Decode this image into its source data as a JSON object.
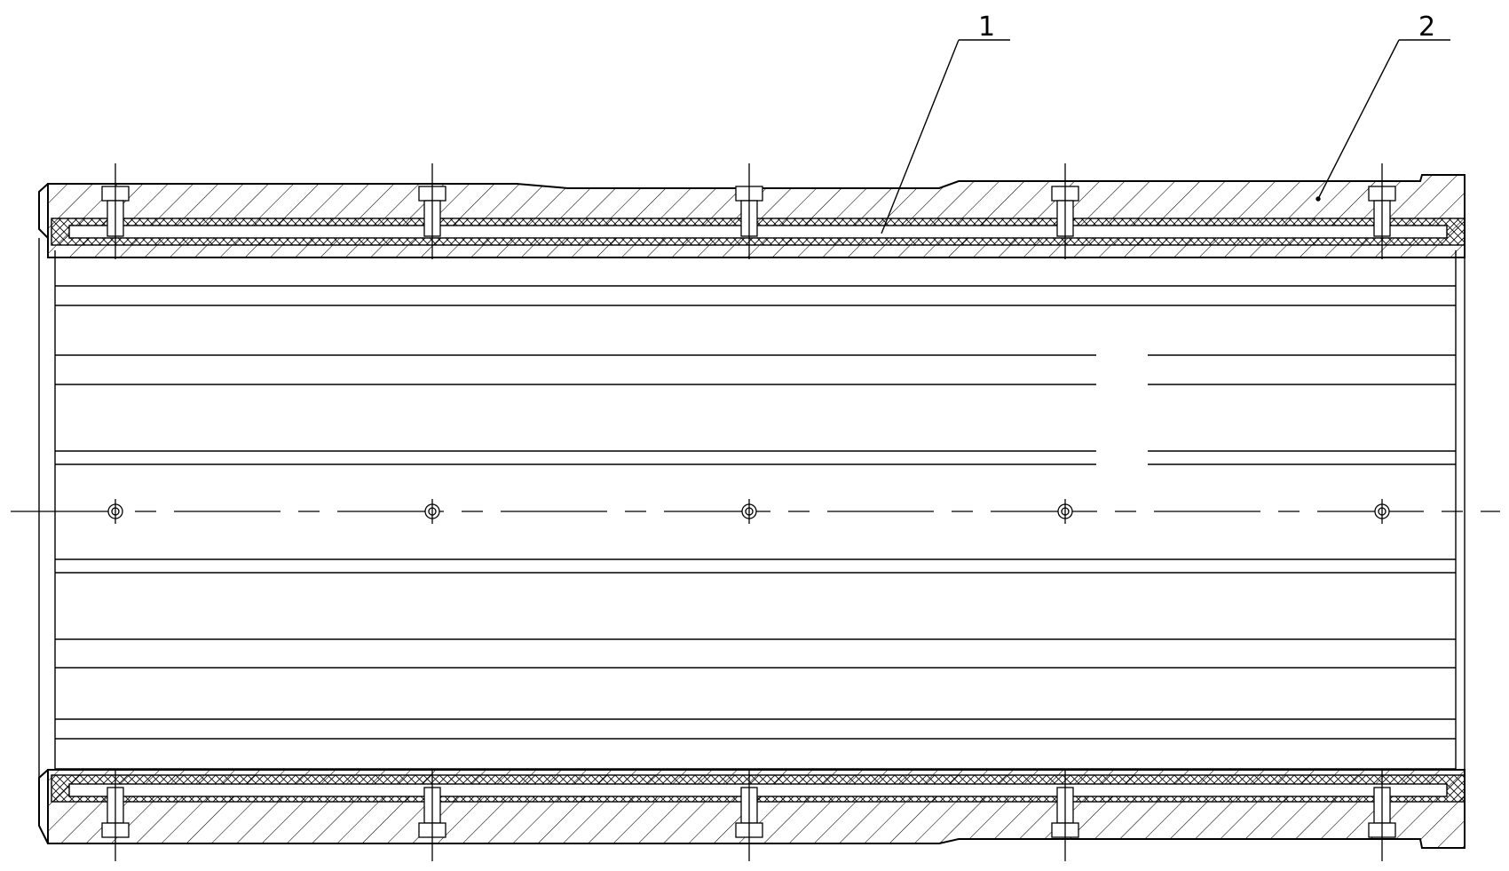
{
  "callouts": {
    "part_1": "1",
    "part_2": "2"
  },
  "colors": {
    "line": "#000000",
    "background": "#ffffff"
  },
  "bolt_count": 10,
  "bolt_icon": "hex-bolt-icon"
}
